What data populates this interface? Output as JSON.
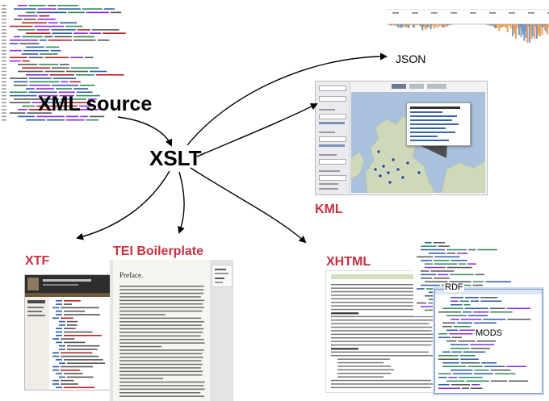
{
  "labels": {
    "xml_source": "XML source",
    "xslt": "XSLT",
    "json": "JSON",
    "kml": "KML",
    "xtf": "XTF",
    "tei_boilerplate": "TEI Boilerplate",
    "xhtml": "XHTML",
    "rdf": "RDF",
    "mods": "MODS"
  },
  "tei_page": {
    "heading": "Preface."
  },
  "colors": {
    "accent_red": "#c8313f",
    "chart_orange": "#e8a05a",
    "chart_blue": "#7a96c0",
    "map_land": "#cfd8b8",
    "map_sea": "#a9c1dd"
  }
}
